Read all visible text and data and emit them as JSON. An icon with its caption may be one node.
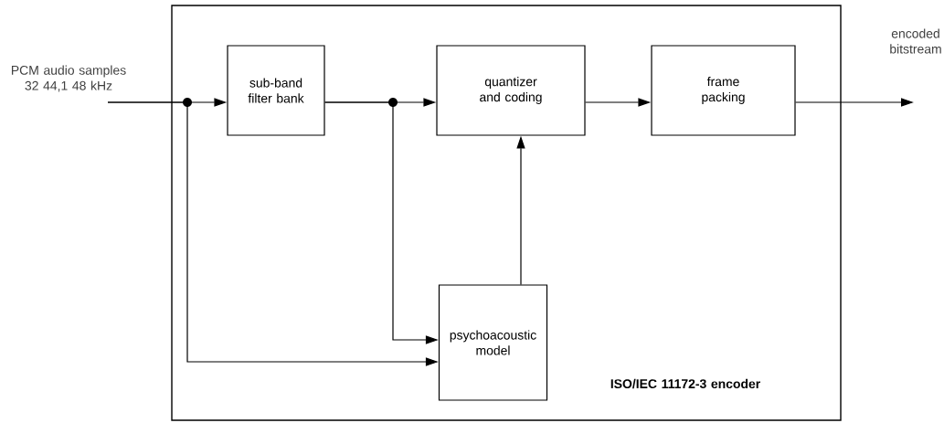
{
  "diagram": {
    "nodes": [
      {
        "text": [
          "ISO/IEC 11172-3 encoder"
        ]
      },
      {
        "text": [
          "sub-band filter bank"
        ],
        "in": 0
      },
      {
        "text": [
          "quantizer and coding"
        ],
        "in": 0
      },
      {
        "text": [
          "frame packing"
        ],
        "in": 0
      },
      {
        "text": [
          "psychoacoustic model"
        ],
        "in": 0
      },
      {
        "text": [
          "PCM audio samples 32  44,1   48 kHz"
        ]
      },
      {
        "text": [
          "encoded bitstream"
        ]
      }
    ],
    "edges": [
      {
        "from": 5,
        "to": 1,
        "arrow": "to"
      },
      {
        "from": 5,
        "to": 4,
        "arrow": "to"
      },
      {
        "from": 1,
        "to": 2,
        "arrow": "to"
      },
      {
        "from": 1,
        "to": 4,
        "arrow": "to"
      },
      {
        "from": 4,
        "to": 2,
        "arrow": "to"
      },
      {
        "from": 2,
        "to": 3,
        "arrow": "to"
      },
      {
        "from": 3,
        "to": 6,
        "arrow": "to"
      }
    ]
  }
}
